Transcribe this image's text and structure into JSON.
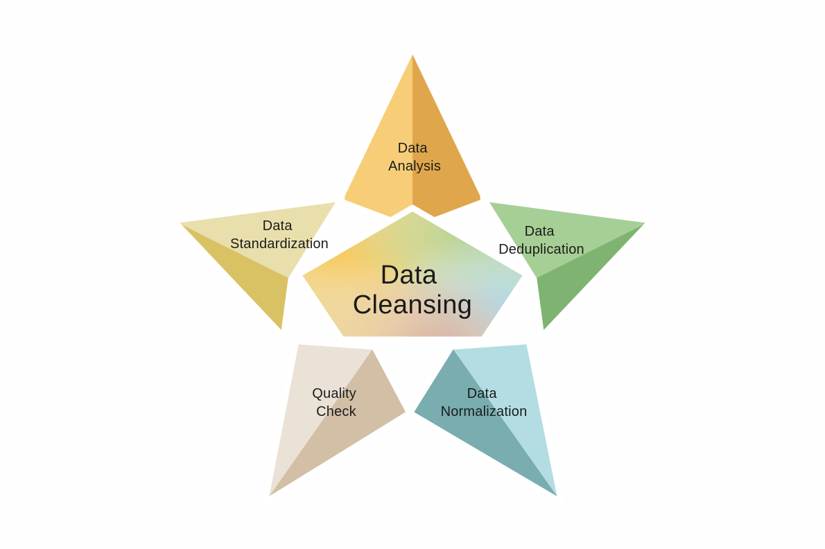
{
  "diagram": {
    "type": "five-point-star-infographic",
    "background_color": "#fefefe",
    "center": {
      "line1": "Data",
      "line2": "Cleansing",
      "text_color": "#1a1a1a",
      "gradient_colors": [
        "#f8cf6b",
        "#f2c85f",
        "#a9cf8e",
        "#b6dff0",
        "#d7b3ab",
        "#e6d1a6"
      ]
    },
    "points": [
      {
        "id": "data-analysis",
        "position": "top",
        "line1": "Data",
        "line2": "Analysis",
        "color_light": "#f7ce77",
        "color_dark": "#dfa64b",
        "text_color": "#1b1b1b"
      },
      {
        "id": "data-deduplication",
        "position": "right",
        "line1": "Data",
        "line2": "Deduplication",
        "color_light": "#a6cf96",
        "color_dark": "#7fb372",
        "text_color": "#1b1b1b"
      },
      {
        "id": "data-normalization",
        "position": "bottom-right",
        "line1": "Data",
        "line2": "Normalization",
        "color_light": "#b3dde2",
        "color_dark": "#79adb0",
        "text_color": "#1b1b1b"
      },
      {
        "id": "quality-check",
        "position": "bottom-left",
        "line1": "Quality",
        "line2": "Check",
        "color_light": "#eae2d7",
        "color_dark": "#d2bfa5",
        "text_color": "#1b1b1b"
      },
      {
        "id": "data-standardization",
        "position": "left",
        "line1": "Data",
        "line2": "Standardization",
        "color_light": "#e9dfac",
        "color_dark": "#d9c263",
        "text_color": "#1b1b1b"
      }
    ]
  }
}
